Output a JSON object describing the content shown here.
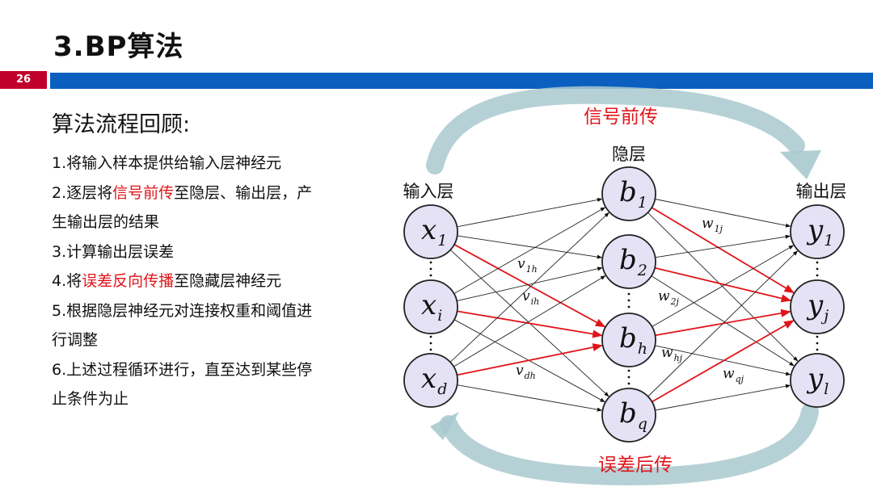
{
  "slide": {
    "title": "3.BP算法",
    "page_number": "26",
    "heading": "算法流程回顾:"
  },
  "steps": [
    {
      "segments": [
        "1.将输入样本提供给输入层神经元"
      ]
    },
    {
      "segments": [
        "2.逐层将",
        "信号前传",
        "至隐层、输出层，产"
      ]
    },
    {
      "segments": [
        "生输出层的结果"
      ]
    },
    {
      "segments": [
        "3.计算输出层误差"
      ]
    },
    {
      "segments": [
        "4.将",
        "误差反向传播",
        "至隐藏层神经元"
      ]
    },
    {
      "segments": [
        "5.根据隐层神经元对连接权重和阈值进"
      ]
    },
    {
      "segments": [
        "行调整"
      ]
    },
    {
      "segments": [
        "6.上述过程循环进行，直至达到某些停"
      ]
    },
    {
      "segments": [
        "止条件为止"
      ]
    }
  ],
  "diagram": {
    "forward_label": "信号前传",
    "backward_label": "误差后传",
    "input_layer_label": "输入层",
    "hidden_layer_label": "隐层",
    "output_layer_label": "输出层",
    "input_nodes": [
      {
        "base": "x",
        "sub": "1"
      },
      {
        "base": "x",
        "sub": "i"
      },
      {
        "base": "x",
        "sub": "d"
      }
    ],
    "hidden_nodes": [
      {
        "base": "b",
        "sub": "1"
      },
      {
        "base": "b",
        "sub": "2"
      },
      {
        "base": "b",
        "sub": "h"
      },
      {
        "base": "b",
        "sub": "q"
      }
    ],
    "output_nodes": [
      {
        "base": "y",
        "sub": "1"
      },
      {
        "base": "y",
        "sub": "j"
      },
      {
        "base": "y",
        "sub": "l"
      }
    ],
    "weight_labels": [
      {
        "base": "v",
        "sub": "1h"
      },
      {
        "base": "v",
        "sub": "ih"
      },
      {
        "base": "v",
        "sub": "dh"
      },
      {
        "base": "w",
        "sub": "1j"
      },
      {
        "base": "w",
        "sub": "2j"
      },
      {
        "base": "w",
        "sub": "hj"
      },
      {
        "base": "w",
        "sub": "qj"
      }
    ],
    "colors": {
      "node_fill": "#e4e2f4",
      "highlight": "#e0151b",
      "arrow": "#8fb8bf",
      "accent_bar": "#0a5fbf",
      "page_badge": "#c0002b"
    }
  }
}
